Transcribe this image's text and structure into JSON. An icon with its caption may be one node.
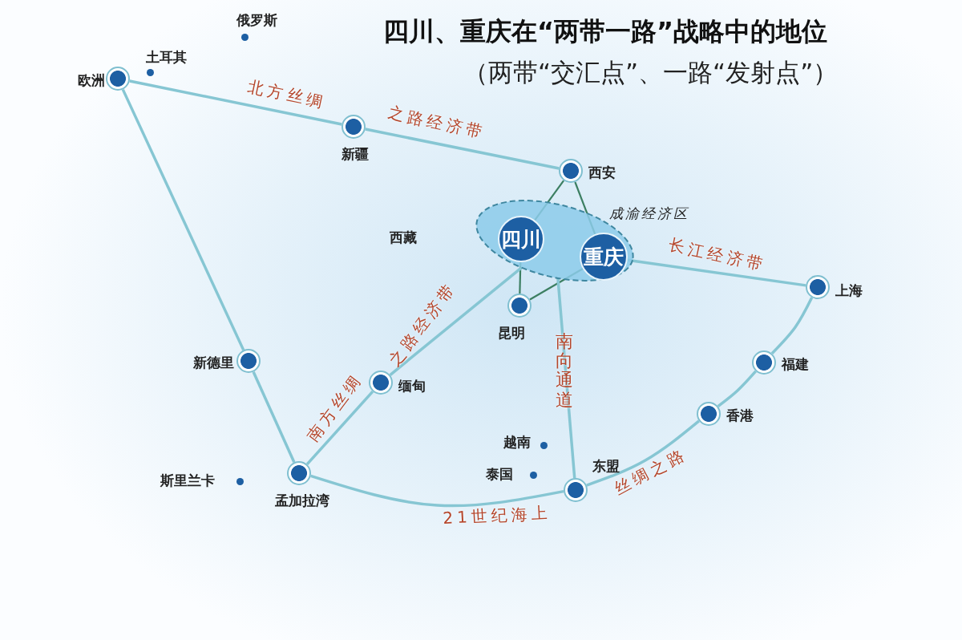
{
  "diagram": {
    "title": "四川、重庆在“两带一路”战略中的地位",
    "nodes": [
      {
        "text": [],
        "shape": "circle",
        "beside": [
          "欧洲"
        ]
      },
      {
        "text": [],
        "shape": "circle",
        "beside": [
          "新疆"
        ]
      },
      {
        "text": [],
        "shape": "circle",
        "beside": [
          "西安"
        ]
      },
      {
        "text": [
          "成渝经济区"
        ]
      },
      {
        "text": [
          "四川"
        ],
        "in": 3
      },
      {
        "text": [
          "重庆"
        ],
        "in": 3
      },
      {
        "text": [],
        "shape": "circle",
        "beside": [
          "昆明"
        ]
      },
      {
        "text": [],
        "shape": "circle",
        "beside": [
          "上海"
        ]
      },
      {
        "text": [],
        "shape": "circle",
        "beside": [
          "新德里"
        ]
      },
      {
        "text": [],
        "shape": "circle",
        "beside": [
          "缅甸"
        ]
      },
      {
        "text": [],
        "shape": "circle",
        "beside": [
          "福建"
        ]
      },
      {
        "text": [],
        "shape": "circle",
        "beside": [
          "香港"
        ]
      },
      {
        "text": [],
        "shape": "circle",
        "beside": [
          "孟加拉湾"
        ]
      },
      {
        "text": [],
        "shape": "circle",
        "beside": [
          "东盟"
        ]
      }
    ],
    "edges": [
      {
        "from": 0,
        "to": 1,
        "arrow": "none",
        "label": "北方丝绸"
      },
      {
        "from": 1,
        "to": 2,
        "arrow": "none",
        "label": "之路经济带"
      },
      {
        "from": 2,
        "to": 4,
        "arrow": "none",
        "color": "#3c7f62"
      },
      {
        "from": 2,
        "to": 5,
        "arrow": "none",
        "color": "#3c7f62"
      },
      {
        "from": 4,
        "to": 6,
        "arrow": "none",
        "color": "#3c7f62"
      },
      {
        "from": 5,
        "to": 6,
        "arrow": "none",
        "color": "#3c7f62"
      },
      {
        "from": 5,
        "to": 7,
        "arrow": "none",
        "label": "长江经济带"
      },
      {
        "from": 0,
        "to": 8,
        "arrow": "none"
      },
      {
        "from": 8,
        "to": 12,
        "arrow": "none"
      },
      {
        "from": 12,
        "to": 9,
        "arrow": "none",
        "label": "南方丝绸"
      },
      {
        "from": 9,
        "to": 3,
        "arrow": "none",
        "label": "之路经济带"
      },
      {
        "from": 3,
        "to": 13,
        "arrow": "none",
        "label": "南向通道"
      },
      {
        "from": 12,
        "to": 13,
        "arrow": "none",
        "label": "21世纪海上"
      },
      {
        "from": 13,
        "to": 11,
        "arrow": "none",
        "label": "丝绸之路"
      },
      {
        "from": 11,
        "to": 10,
        "arrow": "none"
      },
      {
        "from": 10,
        "to": 7,
        "arrow": "none"
      }
    ],
    "labels": [
      "（两带“交汇点”、一路“发射点”）",
      "俄罗斯",
      "土耳其",
      "西藏",
      "越南",
      "泰国",
      "斯里兰卡"
    ]
  }
}
